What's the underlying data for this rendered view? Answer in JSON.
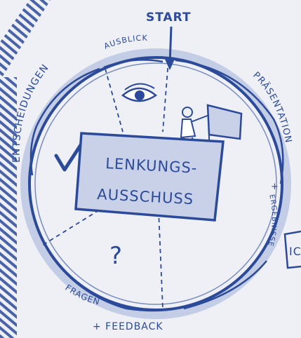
{
  "colors": {
    "paper": "#eef0f6",
    "ink": "#2c4a9a",
    "wash": "#b9c4e2",
    "box_fill": "#c9d1e8"
  },
  "labels": {
    "start": "START",
    "ausblick": "AUSBLICK",
    "entscheidungen": "ENTSCHEIDUNGEN",
    "praesentation": "PRÄSENTATION",
    "plus_right": "+",
    "ergebnisse": "ERGEBNISSE",
    "fragen": "FRAGEN",
    "feedback": "+ FEEDBACK",
    "question_mark": "?",
    "center_line1": "LENKUNGS-",
    "center_line2": "AUSSCHUSS",
    "edge_fragment": "IC"
  },
  "icons": {
    "eye": "eye-icon",
    "presenter": "presenter-at-board-icon",
    "check": "checkmark-icon",
    "question": "question-mark-icon",
    "arrow": "arrow-down-icon"
  }
}
